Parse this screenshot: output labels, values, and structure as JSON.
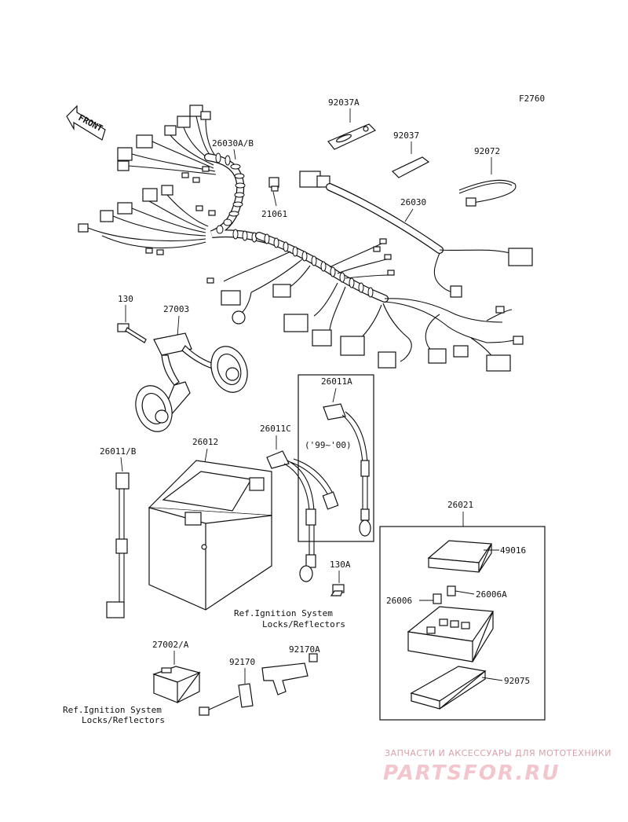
{
  "figure_code": "F2760",
  "front_arrow_text": "FRONT",
  "labels": {
    "p26030ab": "26030A/B",
    "p92037a": "92037A",
    "p92037": "92037",
    "p92072": "92072",
    "p21061": "21061",
    "p26030": "26030",
    "p130": "130",
    "p27003": "27003",
    "p26011a": "26011A",
    "years": "('99~'00)",
    "p26011c": "26011C",
    "p26011b": "26011/B",
    "p26012": "26012",
    "p26021": "26021",
    "p49016": "49016",
    "p26006": "26006",
    "p26006a": "26006A",
    "p130a": "130A",
    "ref1_line1": "Ref.Ignition System",
    "ref1_line2": "Locks/Reflectors",
    "p27002a": "27002/A",
    "p92170a": "92170A",
    "p92170": "92170",
    "p92075": "92075",
    "ref2_line1": "Ref.Ignition System",
    "ref2_line2": "Locks/Reflectors"
  },
  "watermark": {
    "top": "ЗАПЧАСТИ И АКСЕССУАРЫ ДЛЯ МОТОТЕХНИКИ",
    "brand": "PARTSFOR.RU"
  }
}
